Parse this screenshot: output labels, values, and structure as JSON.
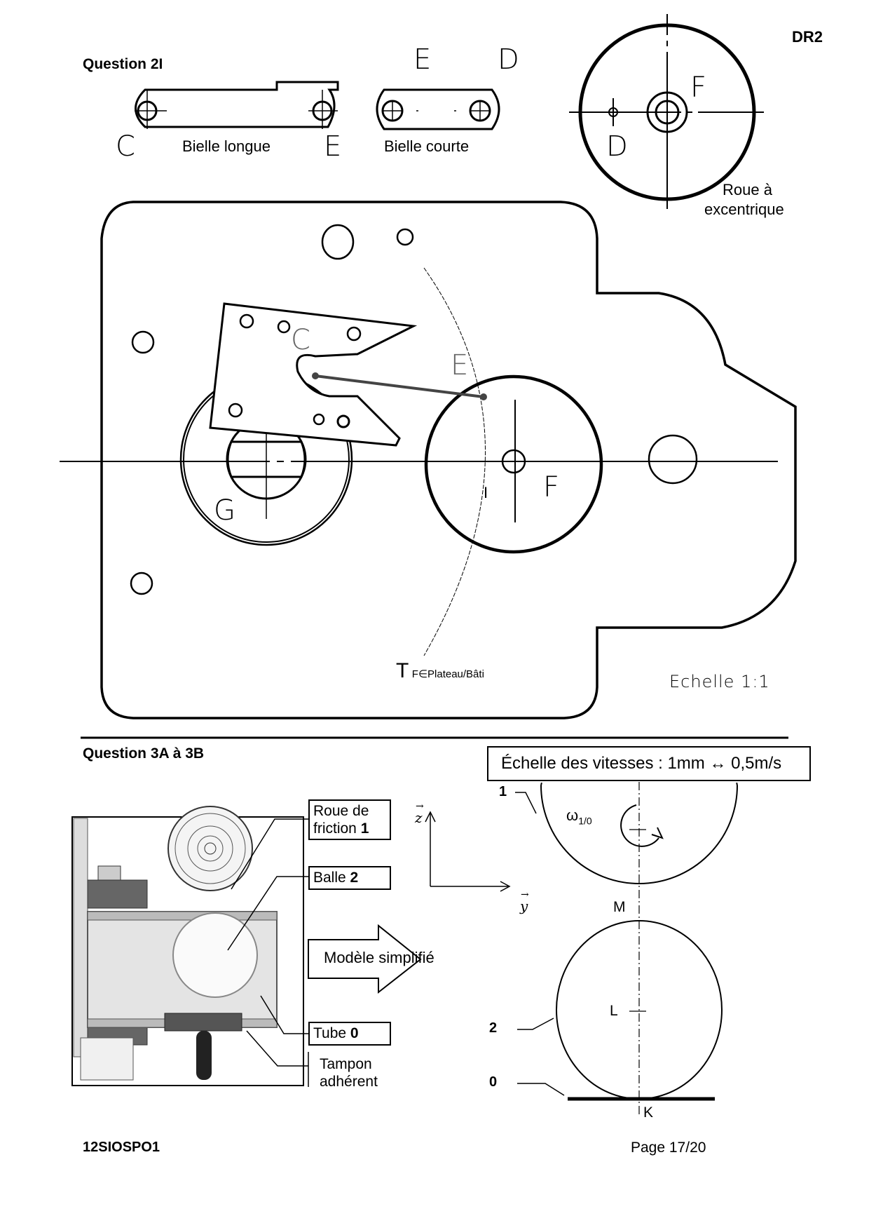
{
  "header": {
    "doc_ref": "DR2",
    "question_2": "Question 2I"
  },
  "parts": {
    "bielle_longue": {
      "label": "Bielle longue",
      "point_left": "C",
      "point_right": "E"
    },
    "bielle_courte": {
      "label": "Bielle courte",
      "point_left": "E",
      "point_right": "D"
    },
    "roue": {
      "label_line1": "Roue à",
      "label_line2": "excentrique",
      "point_center": "F",
      "point_offset": "D"
    }
  },
  "plate": {
    "point_c": "C",
    "point_e": "E",
    "point_f": "F",
    "point_g": "G",
    "point_i": "I",
    "trajectory_label": "T",
    "trajectory_subscript": "F∈Plateau/Bâti",
    "scale": "Echelle 1:1"
  },
  "question_3": {
    "title": "Question 3A à 3B",
    "callouts": {
      "roue_friction_line1": "Roue de",
      "roue_friction_line2": "friction ",
      "roue_friction_num": "1",
      "balle": "Balle ",
      "balle_num": "2",
      "tube": "Tube ",
      "tube_num": "0",
      "tampon_line1": "Tampon",
      "tampon_line2": "adhérent"
    },
    "model_arrow_label": "Modèle simplifié",
    "velocity_scale": "Échelle des vitesses : 1mm ↔ 0,5m/s",
    "axes": {
      "z": "z",
      "y": "y"
    },
    "omega": "ω",
    "omega_sub": "1/0",
    "points": {
      "M": "M",
      "L": "L",
      "K": "K"
    },
    "solids": {
      "s1": "1",
      "s2": "2",
      "s0": "0"
    }
  },
  "footer": {
    "code": "12SIOSPO1",
    "page": "Page 17/20"
  }
}
